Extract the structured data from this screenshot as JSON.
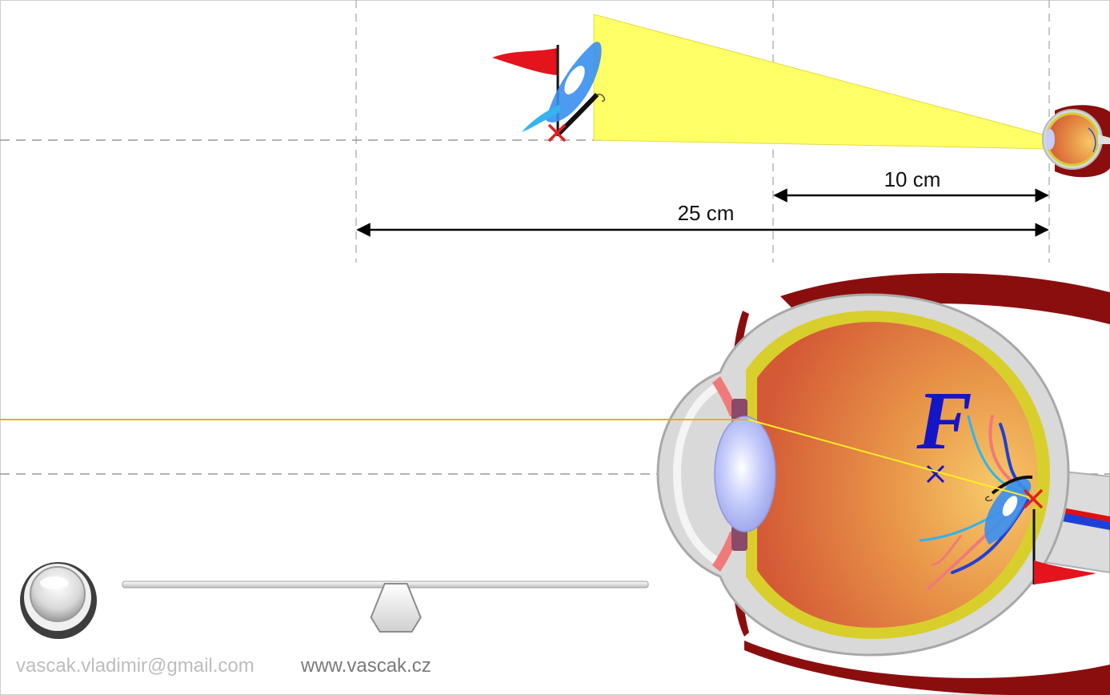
{
  "diagram": {
    "distance_near": "10 cm",
    "distance_far": "25 cm",
    "focus_label": "F"
  },
  "controls": {
    "slider_value": 0.52
  },
  "footer": {
    "email": "vascak.vladimir@gmail.com",
    "website": "www.vascak.cz"
  },
  "colors": {
    "light_cone": "#ffff66",
    "incoming_ray": "#f5a623",
    "eye_iris": "#e07a3a",
    "sclera": "#e5e5e5",
    "marker_red": "#e02020",
    "focus_blue": "#1515c8"
  }
}
